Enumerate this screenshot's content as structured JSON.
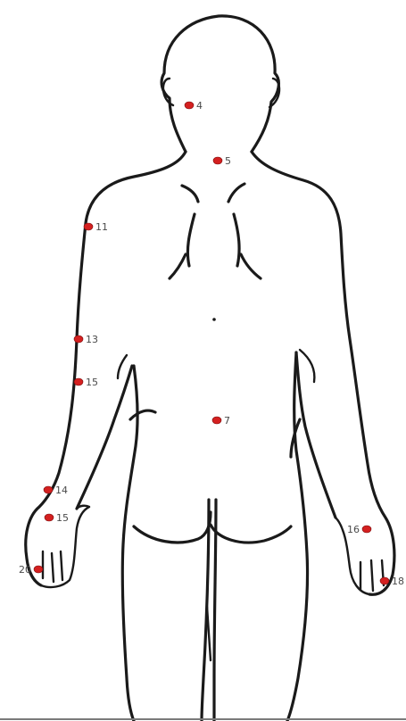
{
  "figure": {
    "view": "posterior body outline",
    "colors": {
      "marker": "#d42020",
      "outline": "#1a1a1a",
      "label": "#4a4a4a"
    }
  },
  "markers": [
    {
      "id": "marker-4",
      "label": "4"
    },
    {
      "id": "marker-5",
      "label": "5"
    },
    {
      "id": "marker-11",
      "label": "11"
    },
    {
      "id": "marker-13",
      "label": "13"
    },
    {
      "id": "marker-15",
      "label": "15"
    },
    {
      "id": "marker-7",
      "label": "7"
    },
    {
      "id": "marker-14",
      "label": "14"
    },
    {
      "id": "marker-15b",
      "label": "15"
    },
    {
      "id": "marker-20",
      "label": "20"
    },
    {
      "id": "marker-16",
      "label": "16"
    },
    {
      "id": "marker-18",
      "label": "18"
    }
  ]
}
